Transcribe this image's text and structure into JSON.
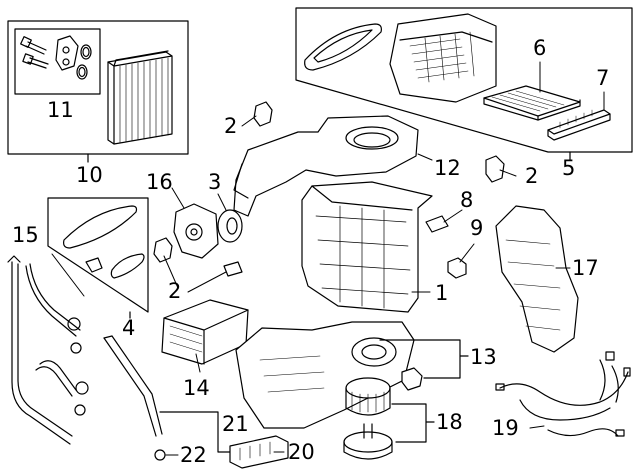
{
  "diagram": {
    "callouts": [
      {
        "id": "c1",
        "text": "1"
      },
      {
        "id": "c2a",
        "text": "2"
      },
      {
        "id": "c2b",
        "text": "2"
      },
      {
        "id": "c2c",
        "text": "2"
      },
      {
        "id": "c3",
        "text": "3"
      },
      {
        "id": "c4",
        "text": "4"
      },
      {
        "id": "c5",
        "text": "5"
      },
      {
        "id": "c6",
        "text": "6"
      },
      {
        "id": "c7",
        "text": "7"
      },
      {
        "id": "c8",
        "text": "8"
      },
      {
        "id": "c9",
        "text": "9"
      },
      {
        "id": "c10",
        "text": "10"
      },
      {
        "id": "c11",
        "text": "11"
      },
      {
        "id": "c12",
        "text": "12"
      },
      {
        "id": "c13",
        "text": "13"
      },
      {
        "id": "c14",
        "text": "14"
      },
      {
        "id": "c15",
        "text": "15"
      },
      {
        "id": "c16",
        "text": "16"
      },
      {
        "id": "c17",
        "text": "17"
      },
      {
        "id": "c18",
        "text": "18"
      },
      {
        "id": "c19",
        "text": "19"
      },
      {
        "id": "c20",
        "text": "20"
      },
      {
        "id": "c21",
        "text": "21"
      },
      {
        "id": "c22",
        "text": "22"
      }
    ]
  }
}
